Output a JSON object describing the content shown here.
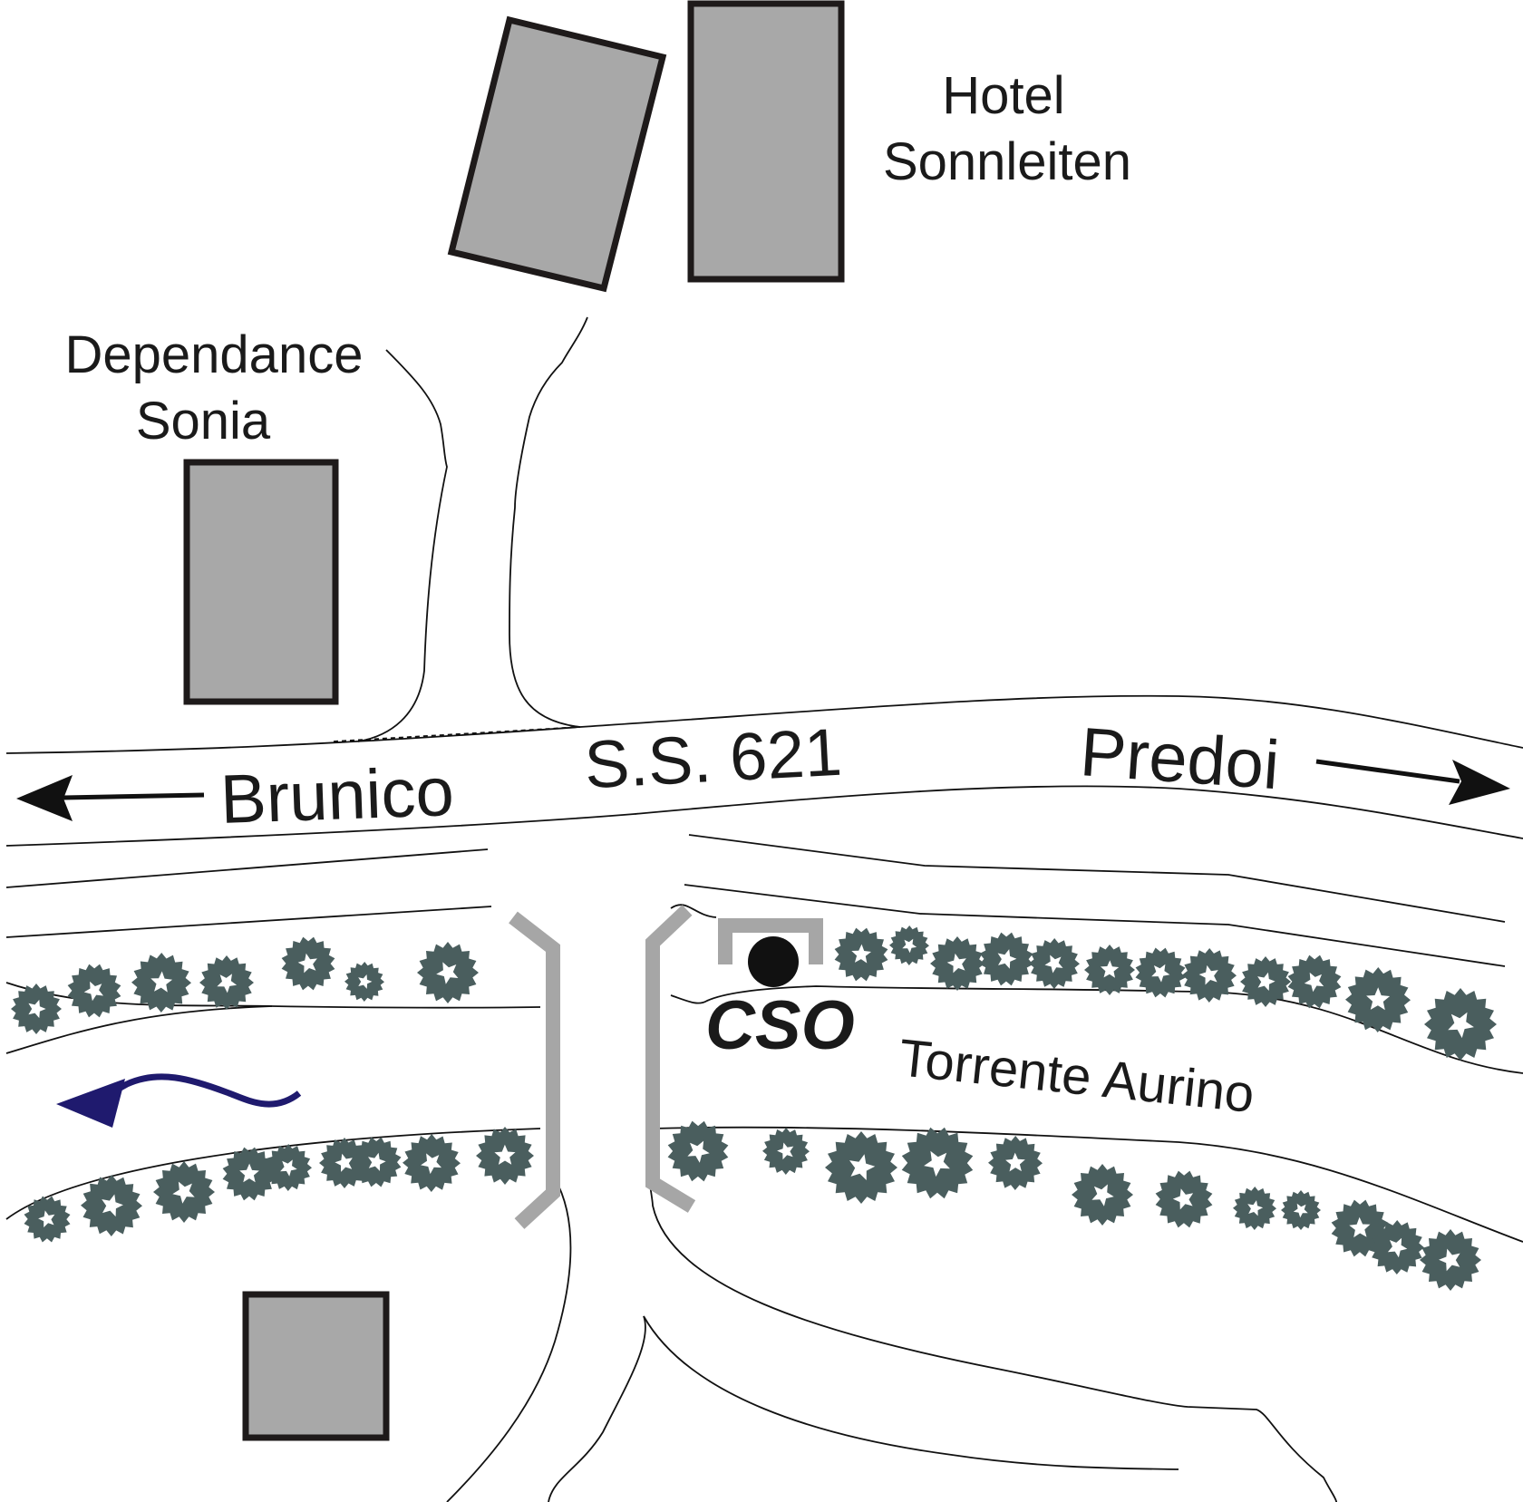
{
  "labels": {
    "hotel": [
      "Hotel",
      "Sonnleiten"
    ],
    "dependance": [
      "Dependance",
      "Sonia"
    ],
    "road": "S.S. 621",
    "west": "Brunico",
    "east": "Predoi",
    "station": "CSO",
    "river": "Torrente Aurino"
  },
  "colors": {
    "building_fill": "#a8a8a8",
    "building_stroke": "#1e1a1a",
    "tree": "#4a5e5e",
    "bridge": "#a6a6a6",
    "flow_arrow": "#1f1a6e",
    "text": "#1a1a1a"
  },
  "icons": {
    "station_marker": "filled-circle",
    "flow_direction": "wavy-arrow-left",
    "direction_arrows": [
      "arrow-left",
      "arrow-right"
    ]
  }
}
